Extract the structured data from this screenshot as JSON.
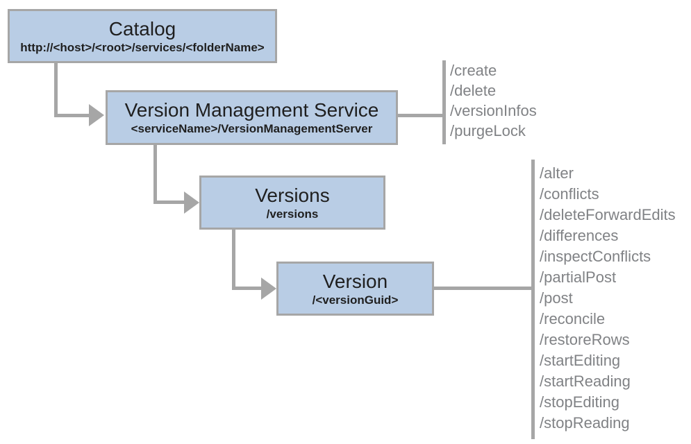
{
  "diagram": {
    "nodes": {
      "catalog": {
        "title": "Catalog",
        "subtitle": "http://<host>/<root>/services/<folderName>"
      },
      "vms": {
        "title": "Version Management Service",
        "subtitle": "<serviceName>/VersionManagementServer"
      },
      "versions": {
        "title": "Versions",
        "subtitle": "/versions"
      },
      "version": {
        "title": "Version",
        "subtitle": "/<versionGuid>"
      }
    },
    "vms_operations": [
      "/create",
      "/delete",
      "/versionInfos",
      "/purgeLock"
    ],
    "version_operations": [
      "/alter",
      "/conflicts",
      "/deleteForwardEdits",
      "/differences",
      "/inspectConflicts",
      "/partialPost",
      "/post",
      "/reconcile",
      "/restoreRows",
      "/startEditing",
      "/startReading",
      "/stopEditing",
      "/stopReading"
    ],
    "colors": {
      "node_fill": "#b9cde5",
      "node_border": "#a6a6a6",
      "connector": "#a6a6a6",
      "operation_text": "#808285",
      "title_text": "#1f1f1f"
    }
  }
}
